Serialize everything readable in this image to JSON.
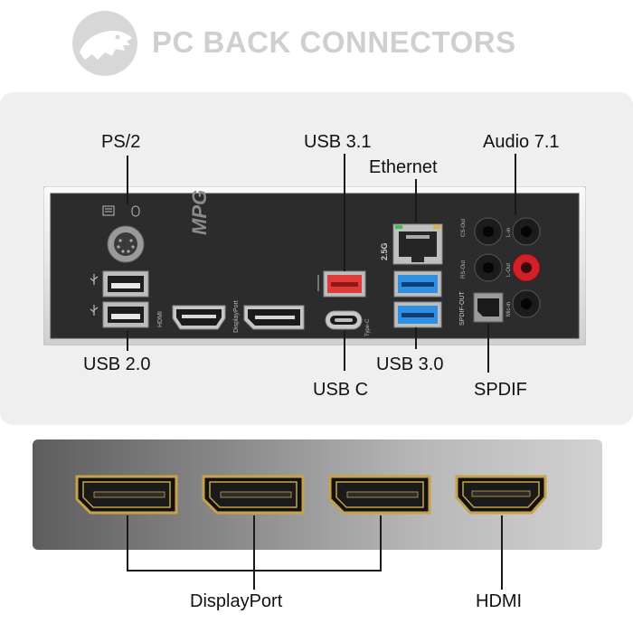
{
  "header": {
    "title": "PC BACK CONNECTORS"
  },
  "labels": {
    "ps2": "PS/2",
    "usb31": "USB 3.1",
    "ethernet": "Ethernet",
    "audio": "Audio 7.1",
    "usb20": "USB 2.0",
    "usbc": "USB C",
    "usb30": "USB 3.0",
    "spdif": "SPDIF",
    "displayport": "DisplayPort",
    "hdmi": "HDMI"
  },
  "board_print": {
    "brand": "MPG",
    "hdmi": "HDMI",
    "displayport": "DisplayPort",
    "lan_speed": "2.5G",
    "typec": "Type-C",
    "spdif_out": "SPDIF-OUT",
    "rs_out": "RS-Out",
    "cs_out": "CS-Out",
    "l_in": "L-in",
    "l_out": "L-Out",
    "mic_in": "Mic-in"
  },
  "colors": {
    "usb31_port": "#e03a3a",
    "usb30_port": "#2f8fe0",
    "audio_red": "#d2202a",
    "gold": "#c8a24a"
  },
  "icons": [
    "logo-dino-icon",
    "keyboard-mouse-icon",
    "usb-symbol-icon"
  ]
}
